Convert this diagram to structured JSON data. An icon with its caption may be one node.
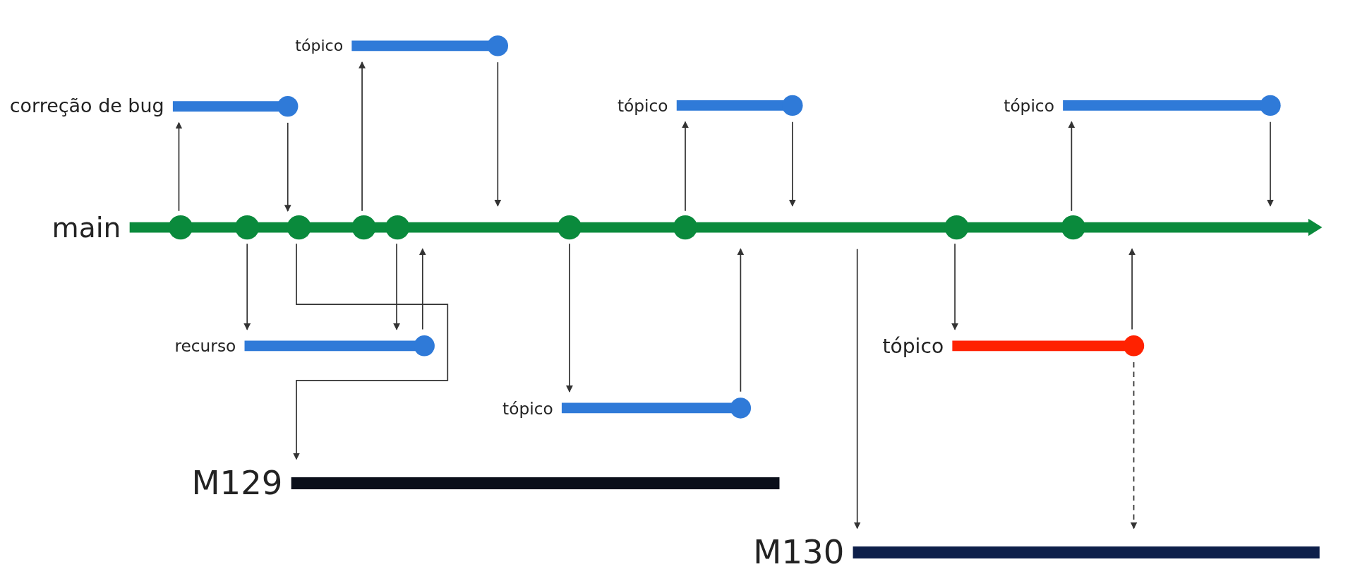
{
  "diagram": {
    "nodes": [
      {
        "text": [
          "tópico"
        ]
      },
      {
        "text": [
          "correção de bug"
        ]
      },
      {
        "text": [
          "tópico"
        ]
      },
      {
        "text": [
          "tópico"
        ]
      },
      {
        "text": [
          "main"
        ]
      },
      {
        "text": [],
        "shape": "circle",
        "in": 4
      },
      {
        "text": [],
        "shape": "circle",
        "in": 4
      },
      {
        "text": [],
        "shape": "circle",
        "in": 4
      },
      {
        "text": [],
        "shape": "circle",
        "in": 4
      },
      {
        "text": [],
        "shape": "circle",
        "in": 4
      },
      {
        "text": [],
        "shape": "circle",
        "in": 4
      },
      {
        "text": [],
        "shape": "circle",
        "in": 4
      },
      {
        "text": [],
        "shape": "circle",
        "in": 4
      },
      {
        "text": [],
        "shape": "circle",
        "in": 4
      },
      {
        "text": [
          "recurso"
        ]
      },
      {
        "text": [
          "tópico"
        ]
      },
      {
        "text": [
          "tópico"
        ]
      },
      {
        "text": [
          "M129"
        ]
      },
      {
        "text": [
          "M130"
        ]
      }
    ],
    "edges": [
      {
        "from": 5,
        "to": 1,
        "arrow": "to"
      },
      {
        "from": 1,
        "to": 7,
        "arrow": "to"
      },
      {
        "from": 8,
        "to": 0,
        "arrow": "to"
      },
      {
        "from": 0,
        "to": 4,
        "arrow": "to"
      },
      {
        "from": 6,
        "to": 14,
        "arrow": "to"
      },
      {
        "from": 7,
        "to": 17,
        "arrow": "to"
      },
      {
        "from": 9,
        "to": 14,
        "arrow": "to"
      },
      {
        "from": 14,
        "to": 4,
        "arrow": "to"
      },
      {
        "from": 10,
        "to": 16,
        "arrow": "to"
      },
      {
        "from": 16,
        "to": 4,
        "arrow": "to"
      },
      {
        "from": 11,
        "to": 2,
        "arrow": "to"
      },
      {
        "from": 2,
        "to": 4,
        "arrow": "to"
      },
      {
        "from": 4,
        "to": 18,
        "arrow": "to"
      },
      {
        "from": 12,
        "to": 15,
        "arrow": "to"
      },
      {
        "from": 15,
        "to": 4,
        "arrow": "to"
      },
      {
        "from": 15,
        "to": 18,
        "arrow": "to",
        "style": "dashed"
      },
      {
        "from": 13,
        "to": 3,
        "arrow": "to"
      },
      {
        "from": 3,
        "to": 4,
        "arrow": "to"
      }
    ]
  }
}
